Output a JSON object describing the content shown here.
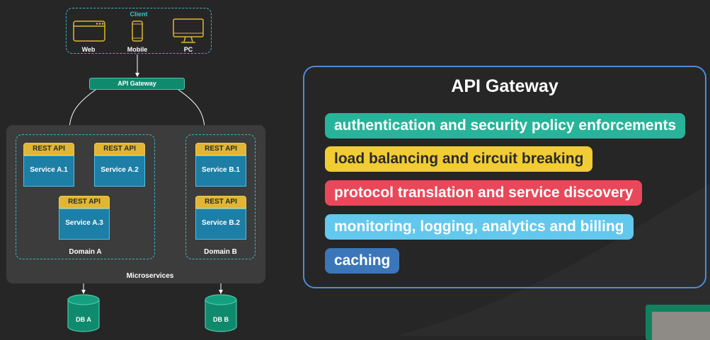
{
  "client": {
    "title": "Client",
    "devices": [
      {
        "label": "Web",
        "icon": "browser-window-icon"
      },
      {
        "label": "Mobile",
        "icon": "mobile-phone-icon"
      },
      {
        "label": "PC",
        "icon": "desktop-monitor-icon"
      }
    ]
  },
  "gateway": {
    "label": "API Gateway"
  },
  "microservices": {
    "label": "Microservices",
    "domains": [
      {
        "label": "Domain A",
        "services": [
          {
            "header": "REST API",
            "name": "Service A.1"
          },
          {
            "header": "REST API",
            "name": "Service A.2"
          },
          {
            "header": "REST API",
            "name": "Service A.3"
          }
        ]
      },
      {
        "label": "Domain B",
        "services": [
          {
            "header": "REST API",
            "name": "Service B.1"
          },
          {
            "header": "REST API",
            "name": "Service B.2"
          }
        ]
      }
    ]
  },
  "databases": [
    {
      "label": "DB A"
    },
    {
      "label": "DB B"
    }
  ],
  "panel": {
    "title": "API Gateway",
    "features": [
      {
        "label": "authentication and security policy enforcements",
        "color": "#27b49a",
        "text_color": "#ffffff"
      },
      {
        "label": "load balancing and circuit breaking",
        "color": "#f1cc33",
        "text_color": "#2a2a2a"
      },
      {
        "label": "protocol translation and service discovery",
        "color": "#e8485a",
        "text_color": "#ffffff"
      },
      {
        "label": "monitoring, logging, analytics and billing",
        "color": "#62c8ee",
        "text_color": "#ffffff"
      },
      {
        "label": "caching",
        "color": "#3b76b8",
        "text_color": "#ffffff"
      }
    ]
  },
  "colors": {
    "background": "#262626",
    "dashed_border": "#3fb8c4",
    "gateway_fill": "#0f8a6d",
    "rest_api_header": "#e0b634",
    "service_body": "#1d7fa6",
    "db_fill": "#0f8a6d",
    "panel_border": "#4f8bd9"
  }
}
